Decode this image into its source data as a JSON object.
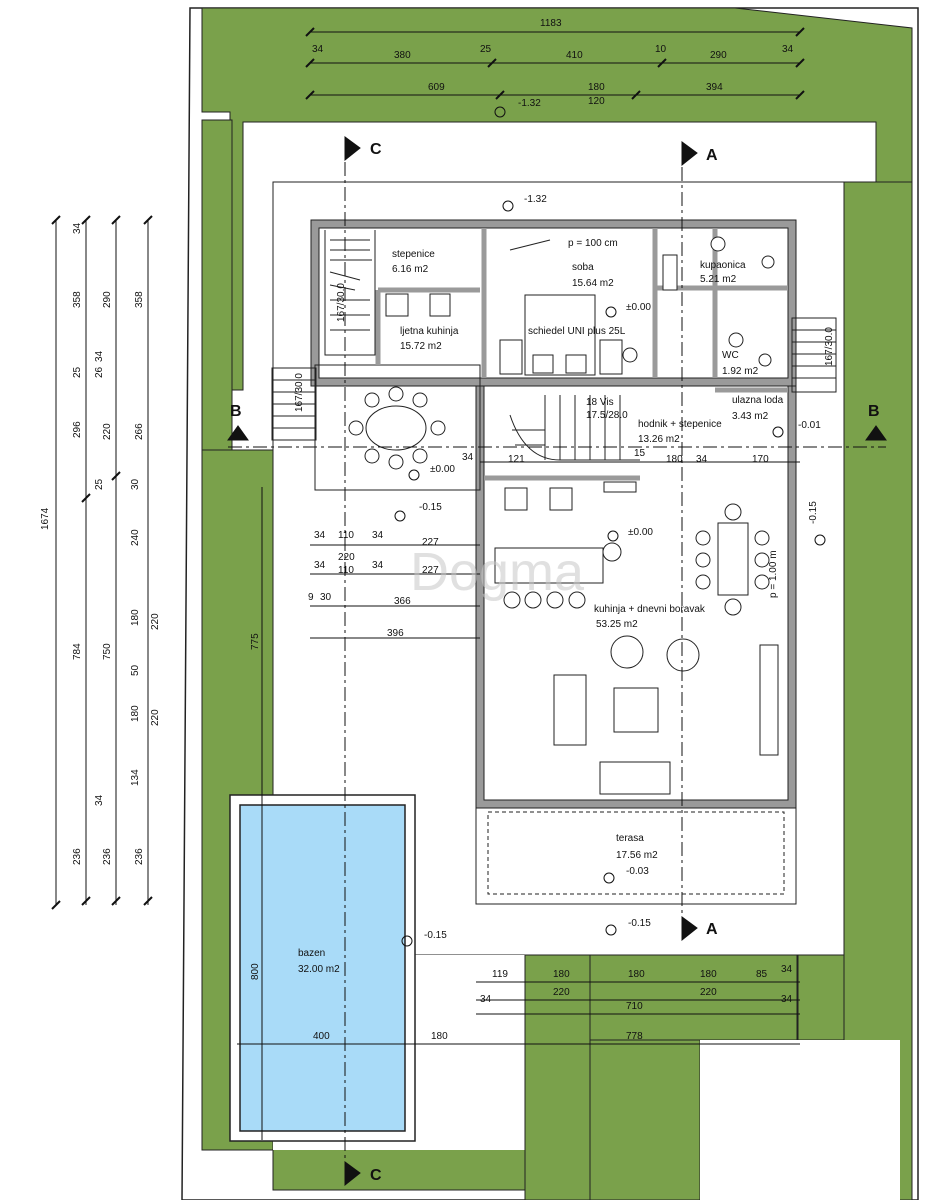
{
  "colors": {
    "garden": "#7aa14b",
    "pool": "#a9dbf8",
    "wall": "#9a9a9a",
    "line": "#111111",
    "watermark": "#c8c8c8"
  },
  "dimensions": {
    "top_total": "1183",
    "top_row1": [
      "34",
      "380",
      "25",
      "410",
      "10",
      "290",
      "34"
    ],
    "top_row2": [
      "609",
      "180",
      "394"
    ],
    "top_row3": "120",
    "left_total": "1674",
    "left_col_a": [
      "784"
    ],
    "left_col_b": [
      "34",
      "358",
      "25",
      "26",
      "34",
      "296",
      "25",
      "750",
      "34",
      "236"
    ],
    "left_col_c": [
      "290",
      "220",
      "30",
      "240",
      "180",
      "50",
      "180",
      "134",
      "236"
    ],
    "left_col_d": [
      "358",
      "266",
      "220",
      "220",
      "236"
    ],
    "garden_775": "775",
    "pool_800": "800",
    "pool_400": "400",
    "pool_180": "180",
    "bottom_row1": [
      "119",
      "180",
      "180",
      "180",
      "85",
      "34"
    ],
    "bottom_row2": [
      "220",
      "220"
    ],
    "bottom_row3": [
      "34",
      "710",
      "34"
    ],
    "bottom_row4": "778",
    "inner_rows": [
      [
        "34",
        "110",
        "34",
        "227"
      ],
      [
        "220"
      ],
      [
        "34",
        "110",
        "34",
        "227"
      ],
      [
        "9",
        "30",
        "366"
      ],
      [
        "396"
      ]
    ],
    "stair_row": [
      "34",
      "121",
      "15",
      "180",
      "34",
      "170"
    ]
  },
  "levels": {
    "l1": "-1.32",
    "l2": "-1.32",
    "l3": "±0.00",
    "l4": "±0.00",
    "l5": "-0.15",
    "l6": "±0.00",
    "l7": "-0.01",
    "l8": "-0.15",
    "l9": "-0.03",
    "l10": "-0.15",
    "l11": "-0.15"
  },
  "sections": {
    "a": "A",
    "b": "B",
    "c": "C"
  },
  "rooms": {
    "stepenice": {
      "name": "stepenice",
      "area": "6.16 m2"
    },
    "soba": {
      "name": "soba",
      "area": "15.64 m2",
      "note": "p = 100 cm",
      "bed": "schiedel UNI plus 25L"
    },
    "kupaonica": {
      "name": "kupaonica",
      "area": "5.21 m2"
    },
    "ljetna": {
      "name": "ljetna kuhinja",
      "area": "15.72 m2"
    },
    "wc": {
      "name": "WC",
      "area": "1.92 m2"
    },
    "ulazna": {
      "name": "ulazna loda",
      "area": "3.43 m2"
    },
    "hodnik": {
      "name": "hodnik + stepenice",
      "area": "13.26 m2",
      "steps": "18 Vis",
      "steps_note": "17.5/28.0"
    },
    "kuhinja": {
      "name": "kuhinja + dnevni boravak",
      "area": "53.25 m2",
      "note": "p = 1.00 m"
    },
    "terasa": {
      "name": "terasa",
      "area": "17.56 m2"
    },
    "bazen": {
      "name": "bazen",
      "area": "32.00 m2"
    }
  },
  "stair_side": {
    "left": "167/30.0",
    "right": "167/30.0",
    "top": "167/30.0"
  },
  "watermark": "Dogma"
}
